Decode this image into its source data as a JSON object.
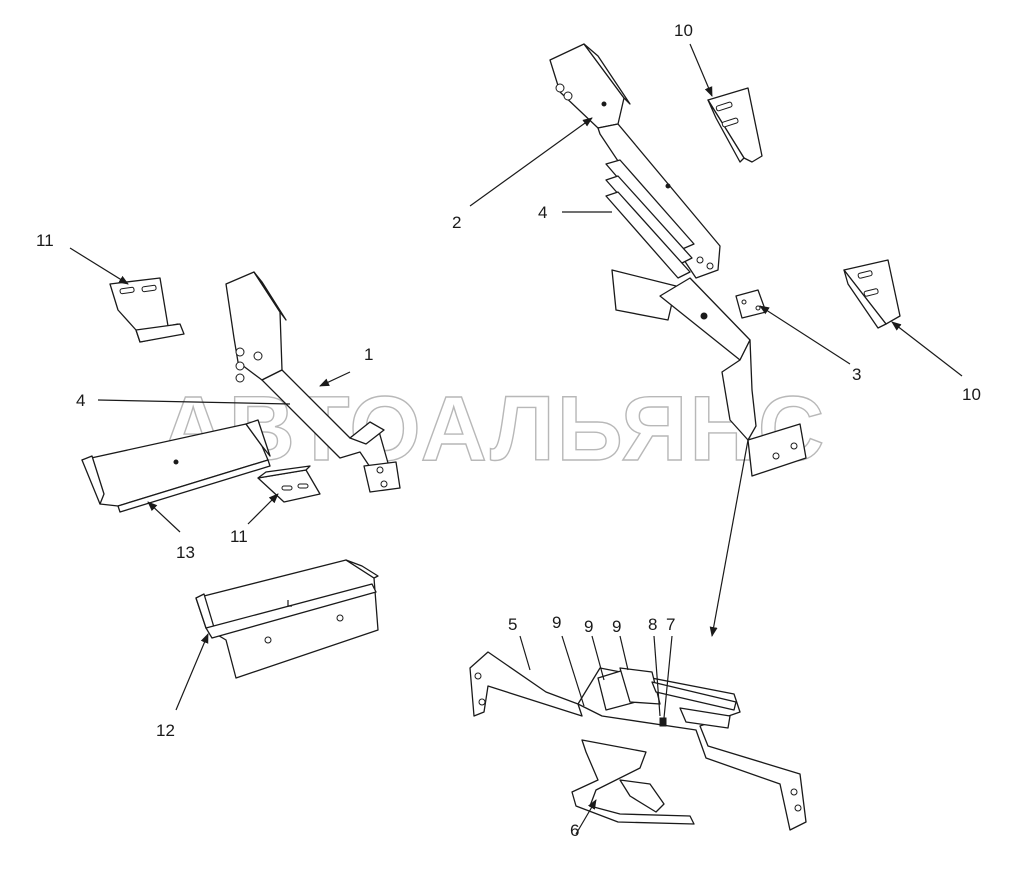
{
  "watermark": "АВТОАЛЬЯНС",
  "labels": {
    "l1": "1",
    "l2": "2",
    "l3": "3",
    "l4a": "4",
    "l4b": "4",
    "l5": "5",
    "l6": "6",
    "l7": "7",
    "l8": "8",
    "l9a": "9",
    "l9b": "9",
    "l9c": "9",
    "l10a": "10",
    "l10b": "10",
    "l11a": "11",
    "l11b": "11",
    "l12": "12",
    "l13": "13"
  },
  "colors": {
    "line": "#1a1a1a",
    "watermark": "#b8b8b8",
    "background": "#ffffff"
  }
}
